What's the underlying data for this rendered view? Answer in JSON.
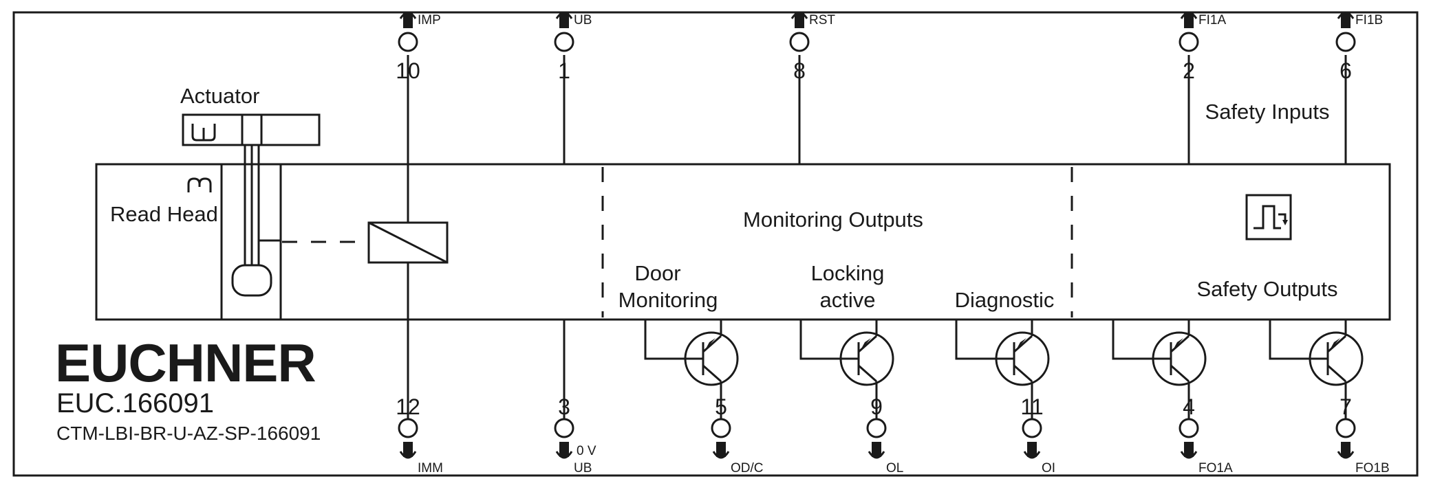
{
  "brand": "EUCHNER",
  "model": "EUC.166091",
  "part_number": "CTM-LBI-BR-U-AZ-SP-166091",
  "labels": {
    "actuator": "Actuator",
    "read_head": "Read Head",
    "monitoring_outputs": "Monitoring Outputs",
    "door_monitoring_1": "Door",
    "door_monitoring_2": "Monitoring",
    "locking_active_1": "Locking",
    "locking_active_2": "active",
    "diagnostic": "Diagnostic",
    "safety_inputs": "Safety Inputs",
    "safety_outputs": "Safety Outputs"
  },
  "top_pins": [
    {
      "num": "10",
      "sig": "IMP"
    },
    {
      "num": "1",
      "sig": "UB"
    },
    {
      "num": "8",
      "sig": "RST"
    },
    {
      "num": "2",
      "sig": "FI1A"
    },
    {
      "num": "6",
      "sig": "FI1B"
    }
  ],
  "bottom_pins": [
    {
      "num": "12",
      "sig": "IMM",
      "sig2": ""
    },
    {
      "num": "3",
      "sig": "UB",
      "sig2": "0 V"
    },
    {
      "num": "5",
      "sig": "OD/C",
      "sig2": ""
    },
    {
      "num": "9",
      "sig": "OL",
      "sig2": ""
    },
    {
      "num": "11",
      "sig": "OI",
      "sig2": ""
    },
    {
      "num": "4",
      "sig": "FO1A",
      "sig2": ""
    },
    {
      "num": "7",
      "sig": "FO1B",
      "sig2": ""
    }
  ]
}
